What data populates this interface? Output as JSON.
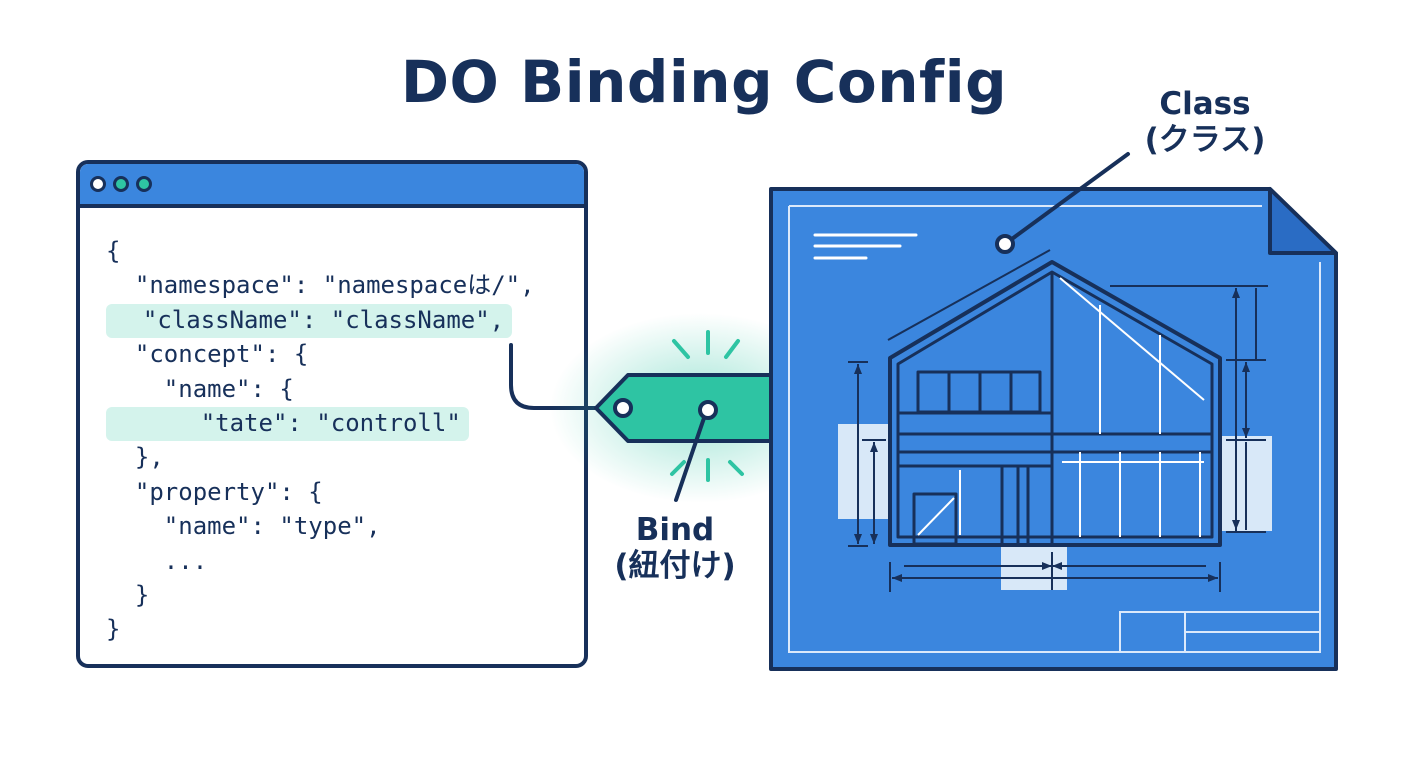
{
  "title": "DO Binding Config",
  "code_lines": [
    "{",
    "  \"namespace\": \"namespaceは/\",",
    "  \"className\": \"className\",",
    "  \"concept\": {",
    "    \"name\": {",
    "      \"tate\": \"controll\"",
    "  },",
    "  \"property\": {",
    "    \"name\": \"type\",",
    "    ...",
    "  }",
    "}"
  ],
  "labels": {
    "bind_line1": "Bind",
    "bind_line2": "(紐付け)",
    "class_line1": "Class",
    "class_line2": "(クラス)"
  },
  "colors": {
    "navy": "#17305a",
    "blue": "#3b86de",
    "teal": "#2ec4a3",
    "highlight": "#d4f3ec"
  }
}
